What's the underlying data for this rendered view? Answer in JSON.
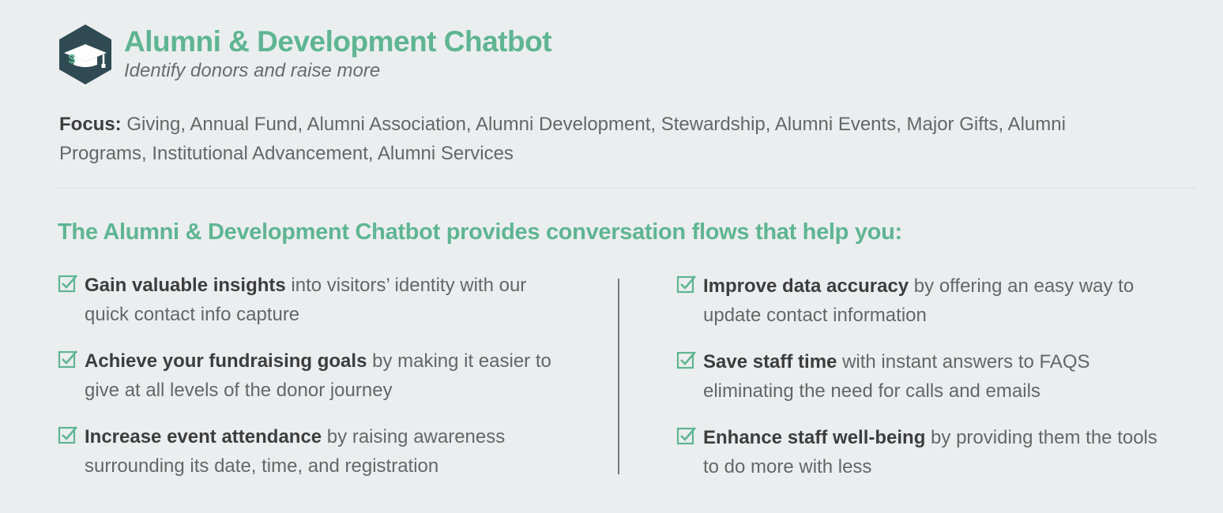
{
  "header": {
    "title": "Alumni & Development Chatbot",
    "subtitle": "Identify donors and raise more",
    "logo_icon": "graduation-cap-dollar-icon",
    "logo_glyph": "$"
  },
  "focus": {
    "label": "Focus:",
    "text": " Giving, Annual Fund, Alumni Association, Alumni Development, Stewardship, Alumni Events, Major Gifts, Alumni Programs, Institutional Advancement, Alumni Services"
  },
  "section": {
    "heading": "The Alumni & Development Chatbot provides conversation flows that help you:"
  },
  "benefits": {
    "left": [
      {
        "strong": "Gain valuable insights",
        "rest": " into visitors’ identity with our quick contact info capture"
      },
      {
        "strong": "Achieve your fundraising goals",
        "rest": " by making it easier to give at all levels of the donor journey"
      },
      {
        "strong": "Increase event attendance",
        "rest": " by raising awareness surrounding its date, time, and registration"
      }
    ],
    "right": [
      {
        "strong": "Improve data accuracy",
        "rest": " by offering an easy way to update contact information"
      },
      {
        "strong": "Save staff time",
        "rest": " with instant answers to FAQS eliminating the need for calls and emails"
      },
      {
        "strong": "Enhance staff well-being",
        "rest": " by providing them the tools to do more with less"
      }
    ]
  },
  "colors": {
    "accent": "#5fb593",
    "logo_bg": "#2f4a52",
    "background": "#ebeeee"
  }
}
